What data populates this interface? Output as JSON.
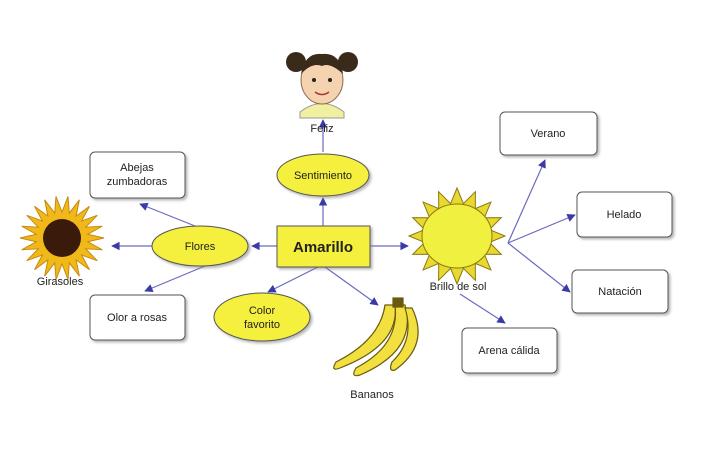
{
  "center": {
    "label": "Amarillo"
  },
  "sentimiento": {
    "label": "Sentimiento",
    "child": "Feliz"
  },
  "flores": {
    "label": "Flores",
    "children": [
      "Abejas",
      "zumbadoras",
      "Girasoles",
      "Olor a rosas"
    ]
  },
  "color": {
    "line1": "Color",
    "line2": "favorito"
  },
  "bananos": {
    "label": "Bananos"
  },
  "sol": {
    "label": "Brillo de sol",
    "children": [
      "Verano",
      "Helado",
      "Natación",
      "Arena cálida"
    ]
  },
  "colors": {
    "yellow": "#f5f03c",
    "arrow": "#3a3aa8",
    "box_border": "#555555"
  }
}
